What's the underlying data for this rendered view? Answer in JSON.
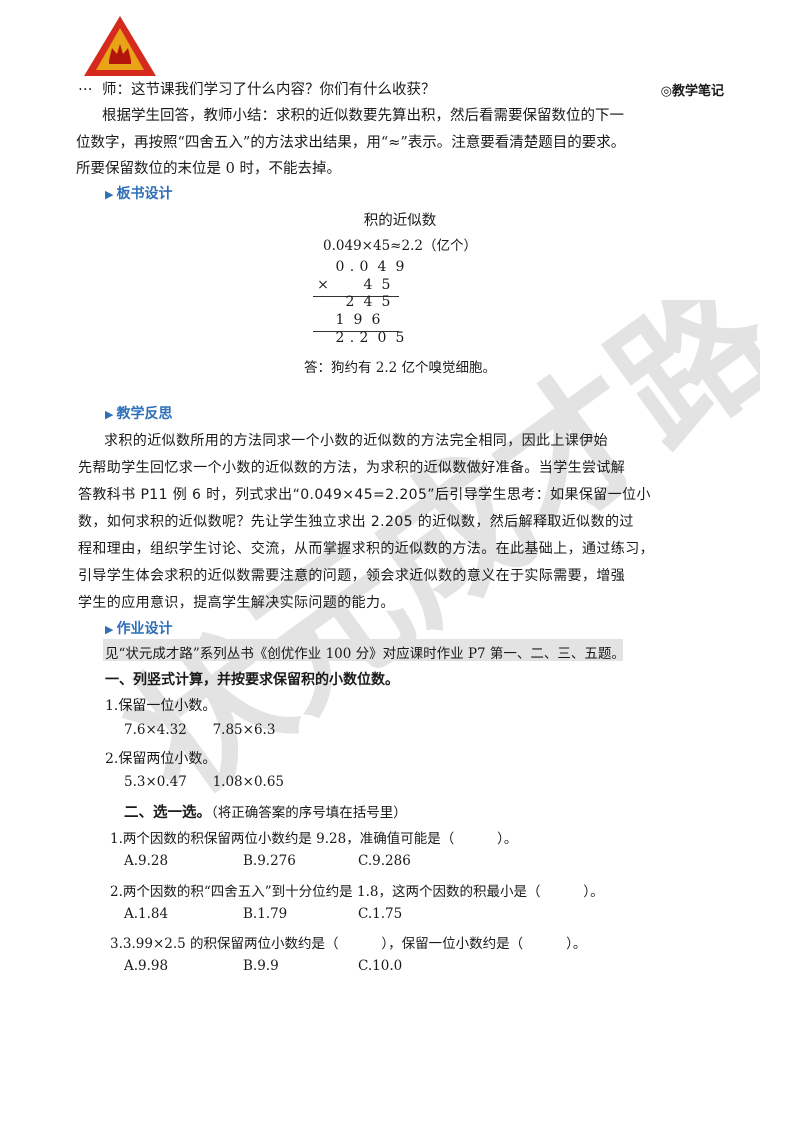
{
  "header": {
    "logo_icon": "crown-shield-logo",
    "note_label": "◎教学笔记",
    "dots": "…"
  },
  "summary": {
    "line1": "师：这节课我们学习了什么内容？你们有什么收获？",
    "line2": "根据学生回答，教师小结：求积的近似数要先算出积，然后看需要保留数位的下一",
    "line3": "位数字，再按照“四舍五入”的方法求出结果，用“≈”表示。注意要看清楚题目的要求。",
    "line4": "所要保留数位的末位是 0 时，不能去掉。"
  },
  "board": {
    "heading": "板书设计",
    "title": "积的近似数",
    "equation": "0.049×45≈2.2（亿个）",
    "row1": [
      "0",
      ".",
      "0",
      "4",
      "9"
    ],
    "row2_sign": "×",
    "row2": [
      "4",
      "5"
    ],
    "row3": [
      "2",
      "4",
      "5"
    ],
    "row4": [
      "1",
      "9",
      "6"
    ],
    "row5": [
      "2",
      ".",
      "2",
      "0",
      "5"
    ],
    "answer": "答：狗约有 2.2 亿个嗅觉细胞。"
  },
  "reflection": {
    "heading": "教学反思",
    "lines": [
      "求积的近似数所用的方法同求一个小数的近似数的方法完全相同，因此上课伊始",
      "先帮助学生回忆求一个小数的近似数的方法，为求积的近似数做好准备。当学生尝试解",
      "答教科书 P11 例 6 时，列式求出“0.049×45=2.205”后引导学生思考：如果保留一位小",
      "数，如何求积的近似数呢？先让学生独立求出 2.205 的近似数，然后解释取近似数的过",
      "程和理由，组织学生讨论、交流，从而掌握求积的近似数的方法。在此基础上，通过练习，",
      "引导学生体会求积的近似数需要注意的问题，领会求近似数的意义在于实际需要，增强",
      "学生的应用意识，提高学生解决实际问题的能力。"
    ]
  },
  "homework": {
    "heading": "作业设计",
    "intro": "见“状元成才路”系列丛书《创优作业 100 分》对应课时作业 P7 第一、二、三、五题。",
    "part1_title": "一、列竖式计算，并按要求保留积的小数位数。",
    "part1_q1": "1.保留一位小数。",
    "part1_q1_items": "7.6×4.32      7.85×6.3",
    "part1_q2": "2.保留两位小数。",
    "part1_q2_items": "5.3×0.47      1.08×0.65",
    "part2_title": "二、选一选。",
    "part2_hint": "（将正确答案的序号填在括号里）",
    "q1": "1.两个因数的积保留两位小数约是 9.28，准确值可能是（          ）。",
    "q1_options": [
      "A.9.28",
      "B.9.276",
      "C.9.286"
    ],
    "q2": "2.两个因数的积“四舍五入”到十分位约是 1.8，这两个因数的积最小是（          ）。",
    "q2_options": [
      "A.1.84",
      "B.1.79",
      "C.1.75"
    ],
    "q3": "3.3.99×2.5 的积保留两位小数约是（          ），保留一位小数约是（          ）。",
    "q3_options": [
      "A.9.98",
      "B.9.9",
      "C.10.0"
    ]
  },
  "watermark": {
    "text": "状元成才路"
  },
  "colors": {
    "heading_blue": "#2f6fba",
    "logo_red": "#d62a1e",
    "logo_gold": "#e8a416"
  }
}
